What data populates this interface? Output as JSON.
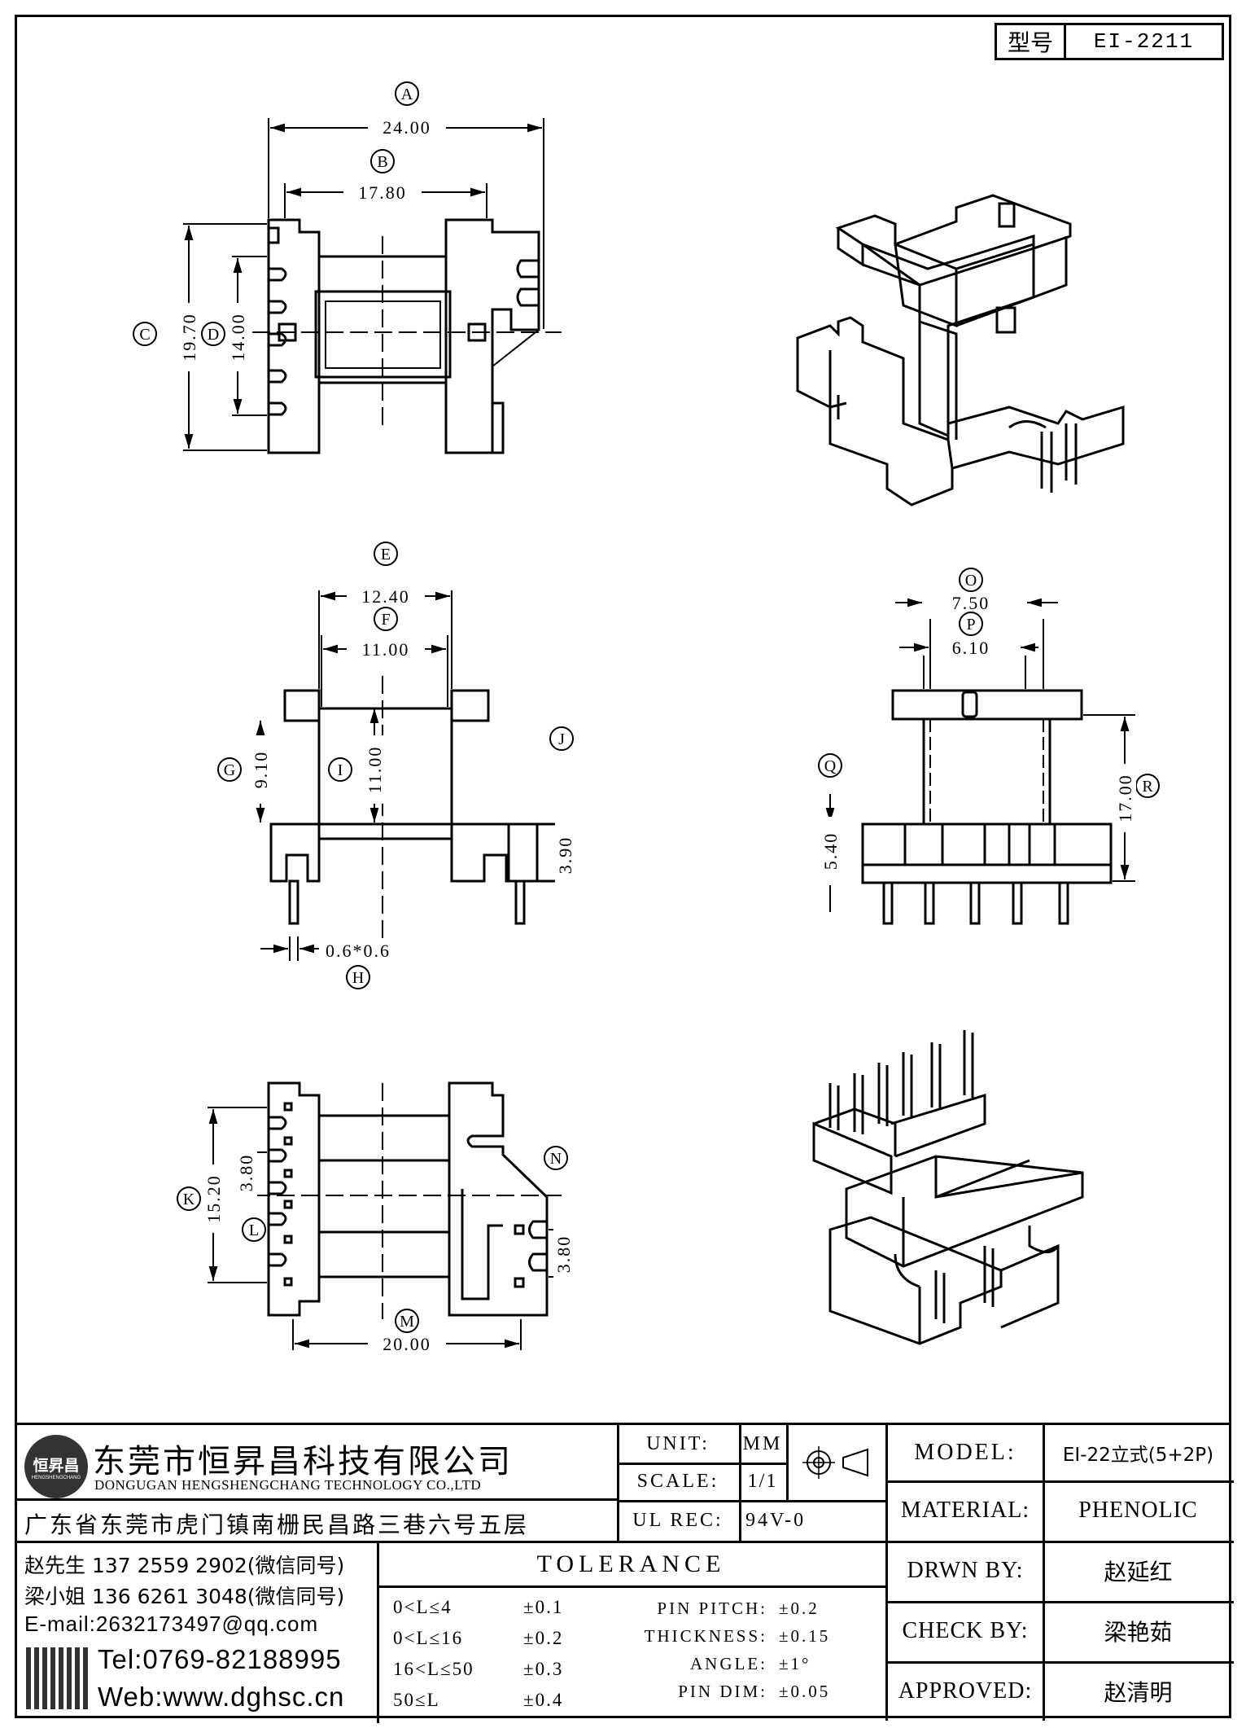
{
  "model_box": {
    "label": "型号",
    "value": "EI-2211"
  },
  "dims": {
    "A": {
      "letter": "A",
      "value": "24.00"
    },
    "B": {
      "letter": "B",
      "value": "17.80"
    },
    "C": {
      "letter": "C",
      "value": "19.70"
    },
    "D": {
      "letter": "D",
      "value": "14.00"
    },
    "E": {
      "letter": "E",
      "value": "12.40"
    },
    "F": {
      "letter": "F",
      "value": "11.00"
    },
    "G": {
      "letter": "G",
      "value": "9.10"
    },
    "H": {
      "letter": "H",
      "value": "0.6*0.6"
    },
    "I": {
      "letter": "I",
      "value": "11.00"
    },
    "J": {
      "letter": "J",
      "value": "3.90"
    },
    "K": {
      "letter": "K",
      "value": "15.20"
    },
    "L": {
      "letter": "L",
      "value": "3.80"
    },
    "M": {
      "letter": "M",
      "value": "20.00"
    },
    "N": {
      "letter": "N",
      "value": "3.80"
    },
    "O": {
      "letter": "O",
      "value": "7.50"
    },
    "P": {
      "letter": "P",
      "value": "6.10"
    },
    "Q": {
      "letter": "Q",
      "value": "5.40"
    },
    "R": {
      "letter": "R",
      "value": "17.00"
    }
  },
  "company": {
    "name_cn": "东莞市恒昇昌科技有限公司",
    "name_en": "DONGUGAN HENGSHENGCHANG TECHNOLOGY CO.,LTD",
    "address": "广东省东莞市虎门镇南栅民昌路三巷六号五层",
    "logo_text": "恒昇昌",
    "logo_sub": "HENGSHENGCHANG"
  },
  "contacts": {
    "line1": "赵先生 137 2559 2902(微信同号)",
    "line2": "梁小姐 136 6261 3048(微信同号)",
    "email": "E-mail:2632173497@qq.com",
    "tel": "Tel:0769-82188995",
    "web": "Web:www.dghsc.cn"
  },
  "unit": {
    "label": "UNIT:",
    "value": "MM"
  },
  "scale": {
    "label": "SCALE:",
    "value": "1/1"
  },
  "ul_rec": {
    "label": "UL REC:",
    "value": "94V-0"
  },
  "tolerance": {
    "title": "TOLERANCE",
    "rows": [
      {
        "range": "0<L≤4",
        "tol": "±0.1"
      },
      {
        "range": "0<L≤16",
        "tol": "±0.2"
      },
      {
        "range": "16<L≤50",
        "tol": "±0.3"
      },
      {
        "range": "50≤L",
        "tol": "±0.4"
      }
    ],
    "other": [
      {
        "label": "PIN PITCH:",
        "tol": "±0.2"
      },
      {
        "label": "THICKNESS:",
        "tol": "±0.15"
      },
      {
        "label": "ANGLE:",
        "tol": "±1°"
      },
      {
        "label": "PIN DIM:",
        "tol": "±0.05"
      }
    ]
  },
  "info": {
    "model": {
      "label": "MODEL:",
      "value": "EI-22立式(5+2P)"
    },
    "material": {
      "label": "MATERIAL:",
      "value": "PHENOLIC"
    },
    "drawn": {
      "label": "DRWN BY:",
      "value": "赵延红"
    },
    "check": {
      "label": "CHECK BY:",
      "value": "梁艳茹"
    },
    "approved": {
      "label": "APPROVED:",
      "value": "赵清明"
    }
  }
}
